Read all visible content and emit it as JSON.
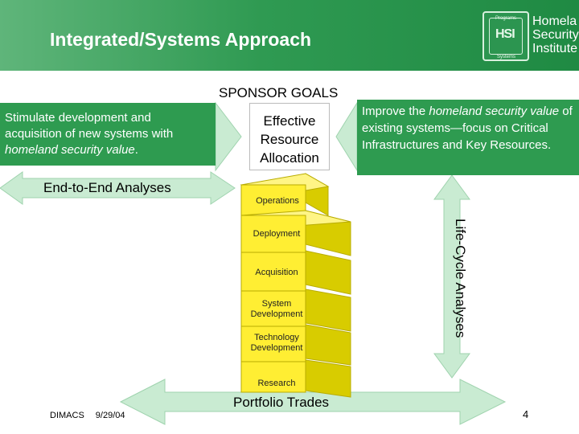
{
  "header": {
    "title": "Integrated/Systems Approach",
    "institute_lines": [
      "Homela",
      "Security",
      "Institute"
    ],
    "logo": {
      "mark": "HSI",
      "top_label": "Programs",
      "bottom_label": "Systems"
    }
  },
  "sponsor_goals": {
    "heading": "SPONSOR GOALS",
    "left_text_a": "Stimulate development and acquisition of new systems with ",
    "left_text_b": "homeland security value",
    "left_text_c": ".",
    "center_line1": "Effective",
    "center_line2": "Resource",
    "center_line3": "Allocation",
    "right_text_a": "Improve the ",
    "right_text_b": "homeland security value",
    "right_text_c": " of existing systems—focus on Critical Infrastructures and Key Resources."
  },
  "analyses": {
    "end_to_end": "End-to-End Analyses",
    "life_cycle": "Life-Cycle Analyses",
    "portfolio": "Portfolio Trades"
  },
  "stages": {
    "operations": "Operations",
    "deployment": "Deployment",
    "acquisition": "Acquisition",
    "system_development_1": "System",
    "system_development_2": "Development",
    "technology_development_1": "Technology",
    "technology_development_2": "Development",
    "research": "Research"
  },
  "footer": {
    "org": "DIMACS",
    "date": "9/29/04",
    "page": "4"
  },
  "colors": {
    "header_green": "#2f9a52",
    "goal_green": "#2e9b50",
    "arrow_fill": "#c9ebd2",
    "block_yellow": "#ffee33",
    "block_side": "#d8cc00"
  }
}
